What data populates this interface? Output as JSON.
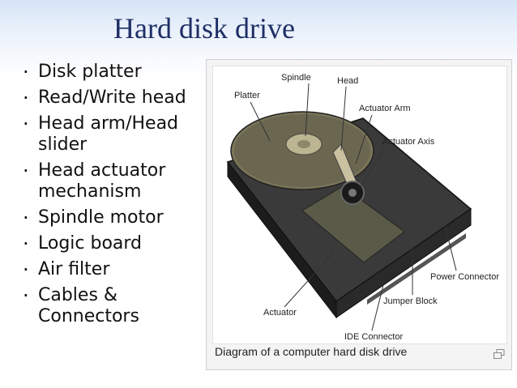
{
  "slide": {
    "title": "Hard disk drive",
    "bullets": [
      "Disk platter",
      "Read/Write head",
      "Head arm/Head slider",
      "Head actuator mechanism",
      "Spindle motor",
      "Logic board",
      "Air filter",
      "Cables & Connectors"
    ]
  },
  "figure": {
    "caption": "Diagram of a computer hard disk drive",
    "labels": {
      "spindle": "Spindle",
      "head": "Head",
      "platter": "Platter",
      "actuator_arm": "Actuator Arm",
      "actuator_axis": "Actuator Axis",
      "power_connector": "Power Connector",
      "jumper_block": "Jumper Block",
      "actuator": "Actuator",
      "ide_connector": "IDE Connector"
    },
    "enlarge_icon": "enlarge-icon"
  }
}
